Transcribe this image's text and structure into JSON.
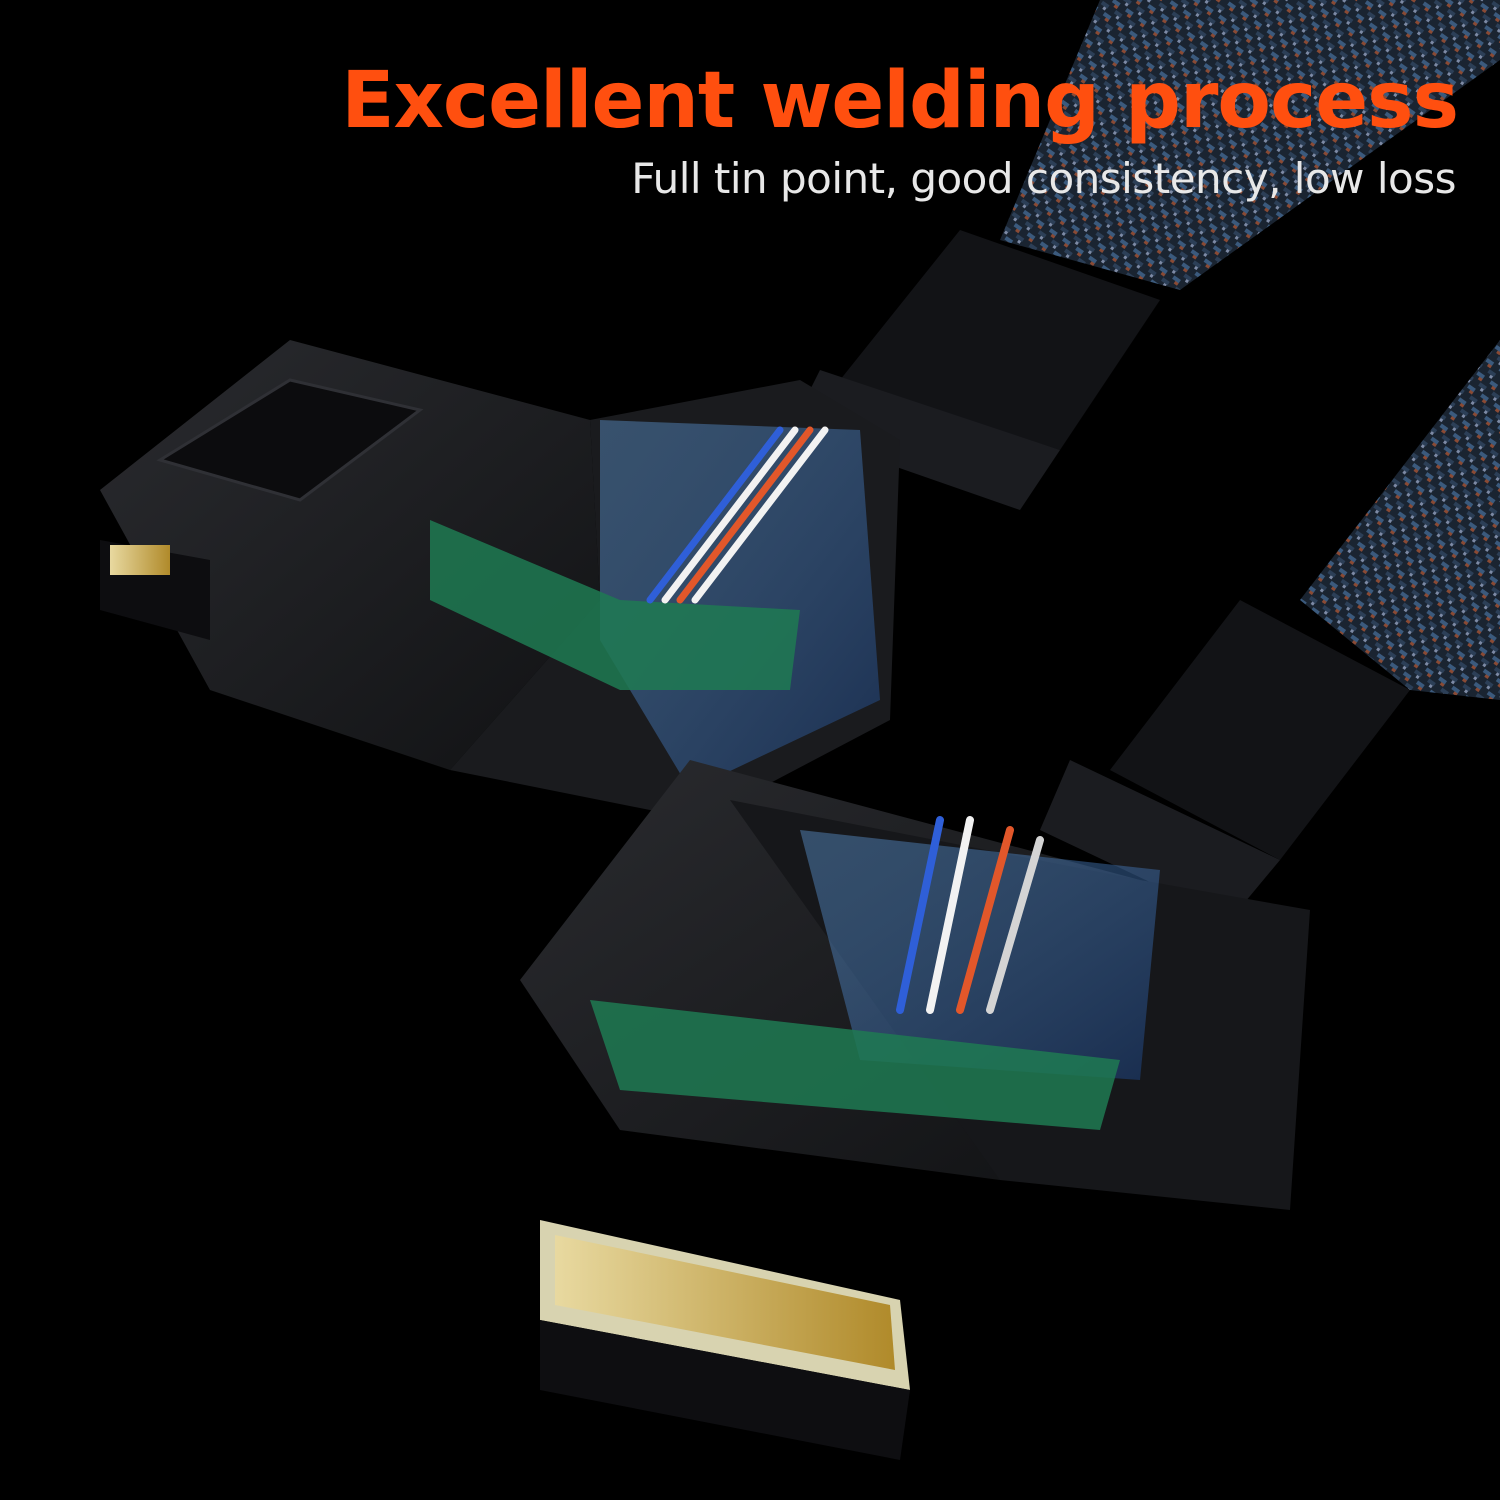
{
  "headline": "Excellent welding process",
  "subheadline": "Full tin point, good consistency, low loss",
  "colors": {
    "background": "#000000",
    "headline": "#ff4f0f",
    "subheadline": "#e8e8e8",
    "connector_body": "#1b1c1f",
    "cable_braid": "#1e2a38",
    "pcb": "#1e7a52",
    "gold_contacts": "#c9a23a",
    "wire_blue": "#2f5fd8",
    "wire_orange": "#e2572a",
    "wire_white": "#f2f2f2"
  },
  "image": {
    "subject": "Two SAS/SFF cable connectors with translucent housings showing soldered wires on PCB",
    "icons": [
      "connector-illustration",
      "braided-cable-illustration"
    ]
  }
}
